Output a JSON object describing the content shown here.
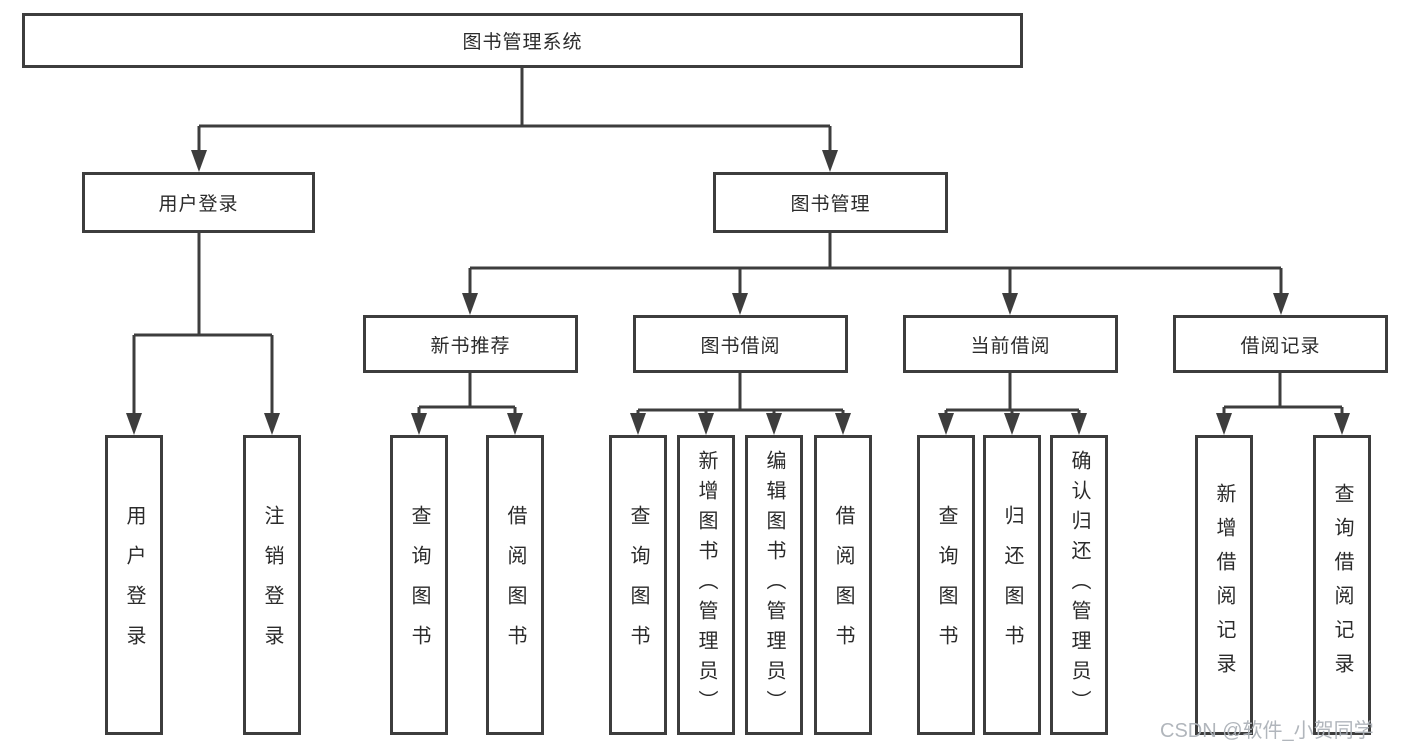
{
  "tree": {
    "root": {
      "label": "图书管理系统"
    },
    "branches": [
      {
        "label": "用户登录",
        "leaves": [
          {
            "label": "用户登录"
          },
          {
            "label": "注销登录"
          }
        ]
      },
      {
        "label": "图书管理",
        "groups": [
          {
            "label": "新书推荐",
            "leaves": [
              {
                "label": "查询图书"
              },
              {
                "label": "借阅图书"
              }
            ]
          },
          {
            "label": "图书借阅",
            "leaves": [
              {
                "label": "查询图书"
              },
              {
                "label": "新增图书（管理员）"
              },
              {
                "label": "编辑图书（管理员）"
              },
              {
                "label": "借阅图书"
              }
            ]
          },
          {
            "label": "当前借阅",
            "leaves": [
              {
                "label": "查询图书"
              },
              {
                "label": "归还图书"
              },
              {
                "label": "确认归还（管理员）"
              }
            ]
          },
          {
            "label": "借阅记录",
            "leaves": [
              {
                "label": "新增借阅记录"
              },
              {
                "label": "查询借阅记录"
              }
            ]
          }
        ]
      }
    ]
  },
  "watermark": {
    "text": "CSDN @软件_小贺同学"
  },
  "colors": {
    "line": "#3d3d3d",
    "text": "#2b2b2b",
    "background": "#ffffff",
    "watermark": "#adb2b8"
  }
}
